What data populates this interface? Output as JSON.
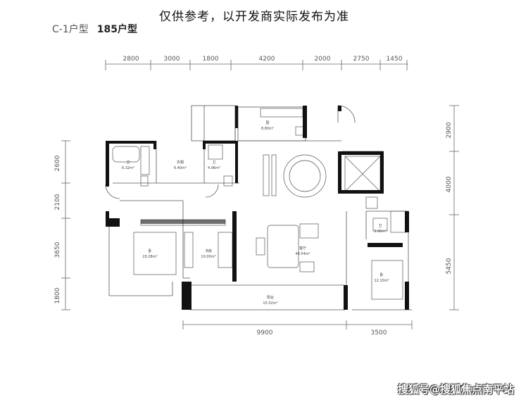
{
  "plan": {
    "type_label": "C-1户型",
    "area_label": "185户型",
    "notice": "仅供参考，以开发商实际发布为准",
    "watermark": "搜狐号@搜狐焦点南平站"
  },
  "dimensions": {
    "top": [
      "2800",
      "3000",
      "1800",
      "4200",
      "2000",
      "2750",
      "1450"
    ],
    "bottom": [
      "9900",
      "3500"
    ],
    "left": [
      "2600",
      "2100",
      "3650",
      "1800"
    ],
    "right": [
      "2900",
      "4000",
      "5450"
    ]
  },
  "rooms": [
    {
      "name": "卫",
      "area": "6.32m²"
    },
    {
      "name": "衣帽",
      "area": "6.40m²"
    },
    {
      "name": "卫",
      "area": "4.96m²"
    },
    {
      "name": "厨",
      "area": "8.80m²"
    },
    {
      "name": "卧",
      "area": "20.28m²"
    },
    {
      "name": "书房",
      "area": "10.00m²"
    },
    {
      "name": "客厅",
      "area": "40.54m²"
    },
    {
      "name": "卫",
      "area": "3.96m²"
    },
    {
      "name": "卧",
      "area": "12.10m²"
    },
    {
      "name": "阳台",
      "area": "15.52m²"
    }
  ],
  "colors": {
    "wall": "#111111",
    "line": "#555555",
    "dim": "#666666"
  }
}
